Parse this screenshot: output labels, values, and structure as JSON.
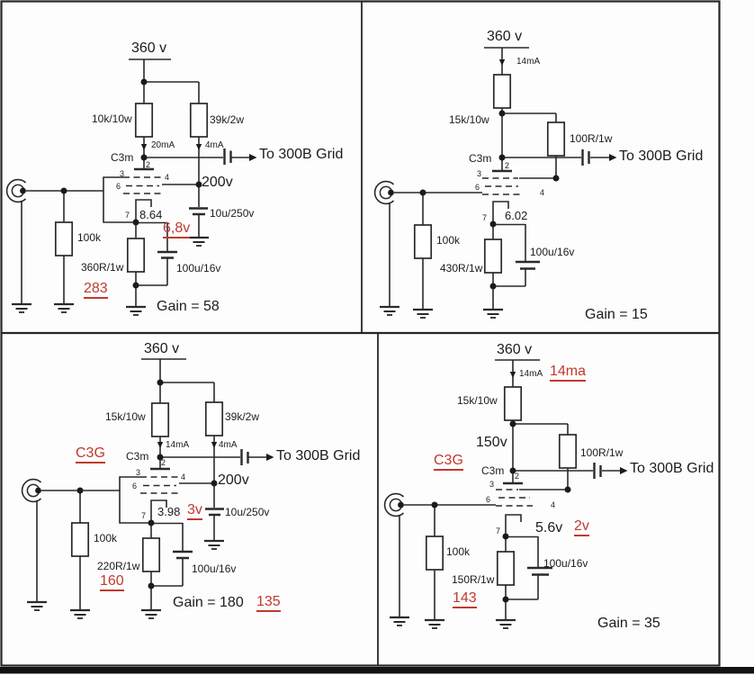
{
  "palette": {
    "ink": "#1c1c1c",
    "wire": "#2a2a2a",
    "red": "#c03a2d",
    "border": "#262626",
    "background": "#fdfdfd"
  },
  "panels": {
    "top_left": {
      "supply": "360 v",
      "left_resistor": "10k/10w",
      "right_resistor": "39k/2w",
      "left_current": "20mA",
      "right_current": "4mA",
      "tube": "C3m",
      "pins": {
        "p2": "2",
        "p3": "3",
        "p4": "4",
        "p6": "6",
        "p7": "7"
      },
      "output": "To 300B Grid",
      "plate_voltage": "200v",
      "coupling_cap": "10u/250v",
      "cathode_voltage": "8.64",
      "cathode_voltage_alt": "6,8v",
      "grid_resistor": "100k",
      "cathode_resistor": "360R/1w",
      "cathode_note": "283",
      "bypass_cap": "100u/16v",
      "gain": "Gain = 58"
    },
    "top_right": {
      "supply": "360 v",
      "supply_current": "14mA",
      "series_resistor": "15k/10w",
      "screen_resistor": "100R/1w",
      "tube": "C3m",
      "pins": {
        "p2": "2",
        "p3": "3",
        "p4": "4",
        "p6": "6",
        "p7": "7"
      },
      "output": "To 300B Grid",
      "cathode_voltage": "6.02",
      "grid_resistor": "100k",
      "cathode_resistor": "430R/1w",
      "bypass_cap": "100u/16v",
      "gain": "Gain = 15"
    },
    "bottom_left": {
      "supply": "360 v",
      "left_resistor": "15k/10w",
      "right_resistor": "39k/2w",
      "left_current": "14mA",
      "right_current": "4mA",
      "tube_alt": "C3G",
      "tube": "C3m",
      "pins": {
        "p2": "2",
        "p3": "3",
        "p4": "4",
        "p6": "6",
        "p7": "7"
      },
      "output": "To 300B Grid",
      "plate_voltage": "200v",
      "coupling_cap": "10u/250v",
      "cathode_voltage": "3.98",
      "cathode_voltage_alt": "3v",
      "grid_resistor": "100k",
      "cathode_resistor": "220R/1w",
      "cathode_note": "160",
      "bypass_cap": "100u/16v",
      "gain": "Gain = 180",
      "gain_alt": "135"
    },
    "bottom_right": {
      "supply": "360 v",
      "supply_current": "14mA",
      "supply_current_alt": "14ma",
      "series_resistor": "15k/10w",
      "plate_voltage": "150v",
      "screen_resistor": "100R/1w",
      "tube_alt": "C3G",
      "tube": "C3m",
      "pins": {
        "p2": "2",
        "p3": "3",
        "p4": "4",
        "p6": "6",
        "p7": "7"
      },
      "output": "To 300B Grid",
      "cathode_voltage": "5.6v",
      "cathode_voltage_alt": "2v",
      "grid_resistor": "100k",
      "cathode_resistor": "150R/1w",
      "cathode_note": "143",
      "bypass_cap": "100u/16v",
      "gain": "Gain = 35"
    }
  }
}
